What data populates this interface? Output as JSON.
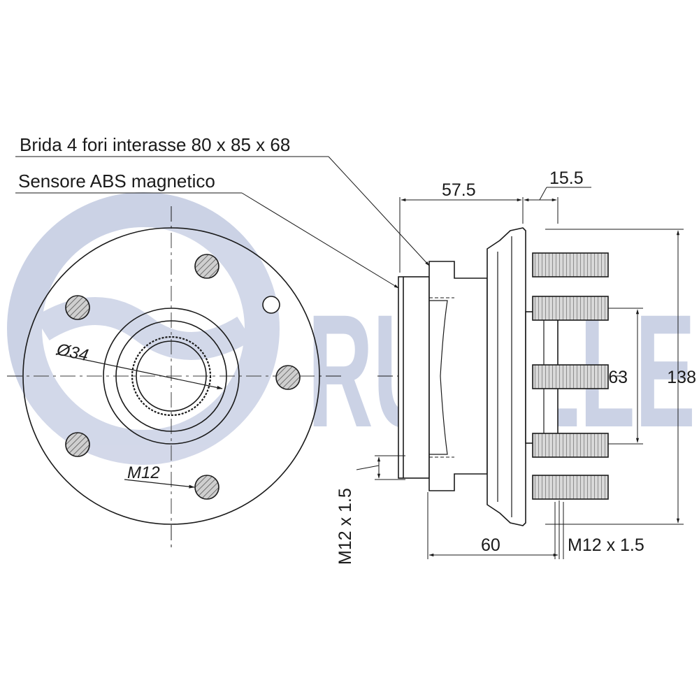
{
  "brand": {
    "name": "RUVILLE",
    "color": "#c9d0e4"
  },
  "annotations": {
    "flange_note": "Brida 4 fori interasse 80 x 85 x 68",
    "abs_note": "Sensore ABS magnetico"
  },
  "dimensions": {
    "bore_diameter": "Ø34",
    "front_thread": "M12",
    "side_thread_left": "M12 x 1.5",
    "side_thread_right": "M12 x 1.5",
    "depth_total": "57.5",
    "flange_thickness": "15.5",
    "stud_span": "63",
    "overall_height": "138",
    "stud_length": "60"
  },
  "colors": {
    "line": "#1a1a1a",
    "hatch": "#555555",
    "hole_fill": "#c8c8c8"
  }
}
